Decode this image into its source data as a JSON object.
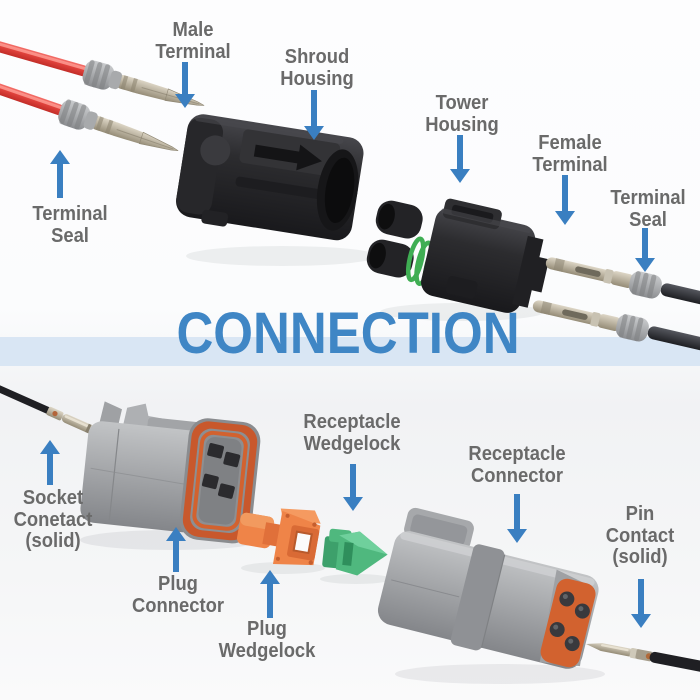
{
  "title": {
    "text": "CONNECTION"
  },
  "labels": {
    "male_terminal": "Male\nTerminal",
    "shroud_housing": "Shroud\nHousing",
    "tower_housing": "Tower\nHousing",
    "female_terminal": "Female\nTerminal",
    "terminal_seal_right": "Terminal\nSeal",
    "terminal_seal_left": "Terminal\nSeal",
    "socket_contact": "Socket\nConetact\n(solid)",
    "plug_connector": "Plug\nConnector",
    "plug_wedgelock": "Plug\nWedgelock",
    "receptacle_wedgelock": "Receptacle\nWedgelock",
    "receptacle_connector": "Receptacle\nConnector",
    "pin_contact": "Pin\nContact\n(solid)"
  },
  "colors": {
    "label_text": "#6a6a6a",
    "arrow_blue": "#3a7fc1",
    "title_blue": "#3f86c5",
    "band_blue": "#d9e6f4",
    "wire_red": "#e0423c",
    "wire_black": "#1f1f23",
    "housing_black": "#2b2b2e",
    "connector_gray": "#9b9da0",
    "seal_gray": "#a8aaac",
    "seal_orange": "#c8582c",
    "face_orange": "#d2622f",
    "wedgelock_orange": "#ef8448",
    "wedgelock_green": "#4fb87e",
    "tower_seal_green": "#3fae53",
    "metal": "#b5ad9a"
  }
}
